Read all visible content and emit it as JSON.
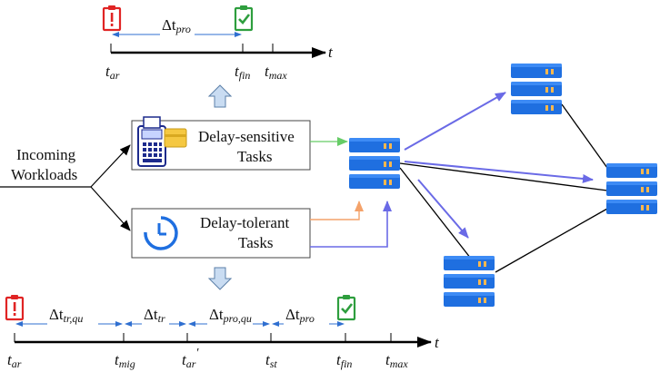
{
  "left_label": {
    "line1": "Incoming",
    "line2": "Workloads"
  },
  "boxes": {
    "sensitive": {
      "line1": "Delay-sensitive",
      "line2": "Tasks"
    },
    "tolerant": {
      "line1": "Delay-tolerant",
      "line2": "Tasks"
    }
  },
  "top_timeline": {
    "axis": "t",
    "delta_pro": {
      "base": "Δt",
      "sub": "pro"
    },
    "ticks": [
      {
        "base": "t",
        "sub": "ar"
      },
      {
        "base": "t",
        "sub": "fin"
      },
      {
        "base": "t",
        "sub": "max"
      }
    ]
  },
  "bottom_timeline": {
    "axis": "t",
    "deltas": [
      {
        "base": "Δt",
        "sub": "tr,qu"
      },
      {
        "base": "Δt",
        "sub": "tr"
      },
      {
        "base": "Δt",
        "sub": "pro,qu"
      },
      {
        "base": "Δt",
        "sub": "pro"
      }
    ],
    "ticks": [
      {
        "base": "t",
        "sub": "ar"
      },
      {
        "base": "t",
        "sub": "mig"
      },
      {
        "base": "t",
        "sub": "ar",
        "prime": "′"
      },
      {
        "base": "t",
        "sub": "st"
      },
      {
        "base": "t",
        "sub": "fin"
      },
      {
        "base": "t",
        "sub": "max"
      }
    ]
  },
  "colors": {
    "alert_red": "#e02424",
    "check_green": "#2e9e3e",
    "server_blue": "#1f6fe0",
    "arrow_blue": "#6a6ae6",
    "arrow_green": "#66cc66",
    "arrow_orange": "#f4a26a",
    "up_arrow_fill": "#c9dcf2",
    "up_arrow_stroke": "#5b7fa8"
  },
  "icons": [
    "alert-clipboard-icon",
    "check-clipboard-icon",
    "pos-terminal-icon",
    "clock-icon",
    "server-rack-icon"
  ]
}
